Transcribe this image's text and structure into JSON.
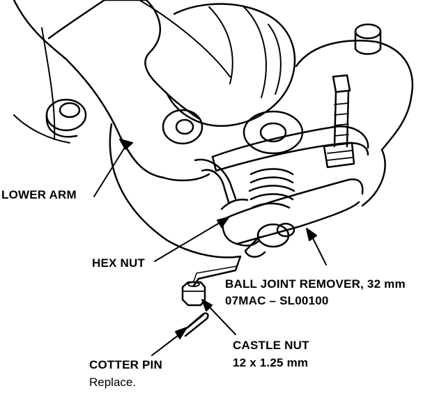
{
  "labels": {
    "lower_arm": "LOWER ARM",
    "hex_nut": "HEX NUT",
    "ball_joint_remover_line1": "BALL JOINT REMOVER, 32 mm",
    "ball_joint_remover_line2": "07MAC – SL00100",
    "castle_nut_line1": "CASTLE NUT",
    "castle_nut_line2": "12 x 1.25 mm",
    "cotter_pin_line1": "COTTER PIN",
    "cotter_pin_line2": "Replace."
  },
  "colors": {
    "ink": "#000000",
    "paper": "#ffffff"
  }
}
